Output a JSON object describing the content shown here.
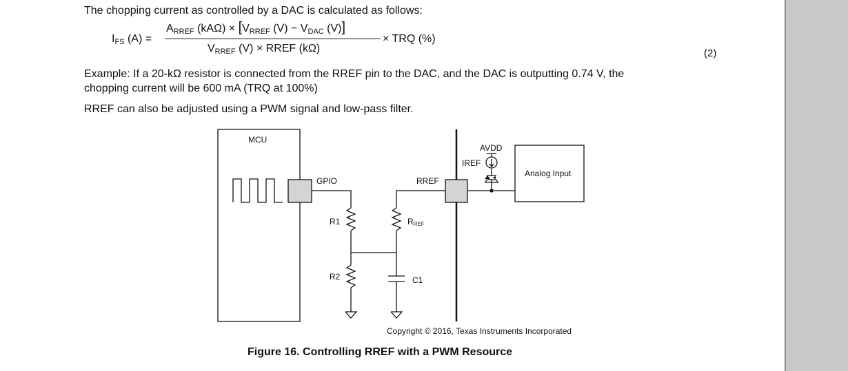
{
  "document": {
    "intro": "The chopping current as controlled by a DAC is calculated as follows:",
    "equation": {
      "lhs_i": "I",
      "lhs_sub": "FS",
      "lhs_unit": " (A) =",
      "num_a": "A",
      "num_a_sub": "RREF",
      "num_a_unit": " (kAΩ) × ",
      "num_v1": "V",
      "num_v1_sub": "RREF",
      "num_v1_unit": " (V) − V",
      "num_v2_sub": "DAC",
      "num_v2_unit": " (V)",
      "den_v": "V",
      "den_v_sub": "RREF",
      "den_rest": " (V) × RREF (kΩ)",
      "trq": "× TRQ (%)",
      "number": "(2)"
    },
    "example_line1": "Example: If a 20-kΩ resistor is connected from the RREF pin to the DAC, and the DAC is outputting 0.74 V, the",
    "example_line2": "chopping current will be 600 mA (TRQ at 100%)",
    "rref_note": "RREF can also be adjusted using a PWM signal and low-pass filter."
  },
  "diagram": {
    "labels": {
      "mcu": "MCU",
      "gpio": "GPIO",
      "r1": "R1",
      "r2": "R2",
      "rref_pin": "RREF",
      "rref_res": "R",
      "rref_res_sub": "REF",
      "c1": "C1",
      "avdd": "AVDD",
      "iref": "IREF",
      "analog_input": "Analog Input"
    },
    "copyright": "Copyright © 2016, Texas Instruments Incorporated"
  },
  "figure_caption": "Figure 16.  Controlling RREF with a PWM Resource"
}
